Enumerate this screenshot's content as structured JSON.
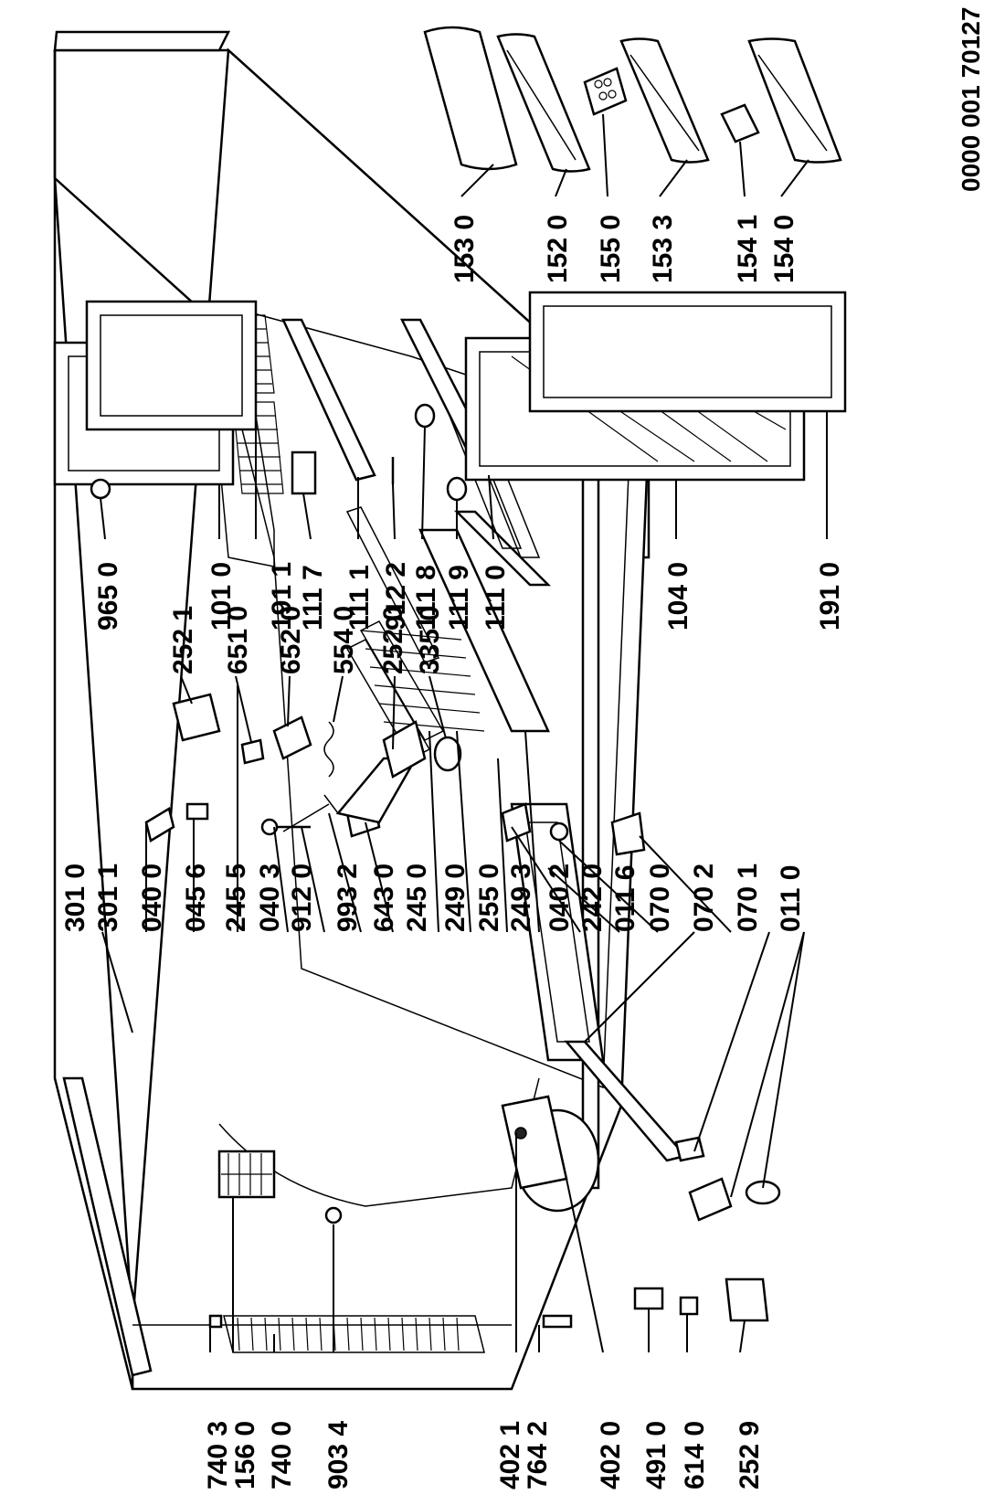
{
  "document_number": "0000 001 70127",
  "labels": {
    "l_301_0": "301 0",
    "l_301_1": "301 1",
    "l_040_0": "040 0",
    "l_045_6": "045 6",
    "l_245_5": "245 5",
    "l_040_3": "040 3",
    "l_912_0": "912 0",
    "l_993_2": "993 2",
    "l_643_0": "643 0",
    "l_245_0": "245 0",
    "l_249_0": "249 0",
    "l_255_0": "255 0",
    "l_249_3": "249 3",
    "l_040_2": "040 2",
    "l_242_0": "242 0",
    "l_011_6": "011 6",
    "l_070_0": "070 0",
    "l_070_2": "070 2",
    "l_070_1": "070 1",
    "l_011_0": "011 0",
    "l_740_3": "740 3",
    "l_156_0": "156 0",
    "l_740_0": "740 0",
    "l_903_4": "903 4",
    "l_402_1": "402 1",
    "l_764_2": "764 2",
    "l_402_0": "402 0",
    "l_491_0": "491 0",
    "l_614_0": "614 0",
    "l_252_9": "252 9",
    "l_252_1": "252 1",
    "l_651_0": "651 0",
    "l_652_0": "652 0",
    "l_554_0": "554 0",
    "l_252_0": "252 0",
    "l_335_0": "335 0",
    "l_965_0": "965 0",
    "l_101_0": "101 0",
    "l_191_1": "191 1",
    "l_111_7": "111 7",
    "l_111_1": "111 1",
    "l_912_2": "912 2",
    "l_111_8": "111 8",
    "l_111_9": "111 9",
    "l_111_0": "111 0",
    "l_104_0": "104 0",
    "l_191_0": "191 0",
    "l_153_0": "153 0",
    "l_152_0": "152 0",
    "l_155_0": "155 0",
    "l_153_3": "153 3",
    "l_154_1": "154 1",
    "l_154_0": "154 0"
  }
}
